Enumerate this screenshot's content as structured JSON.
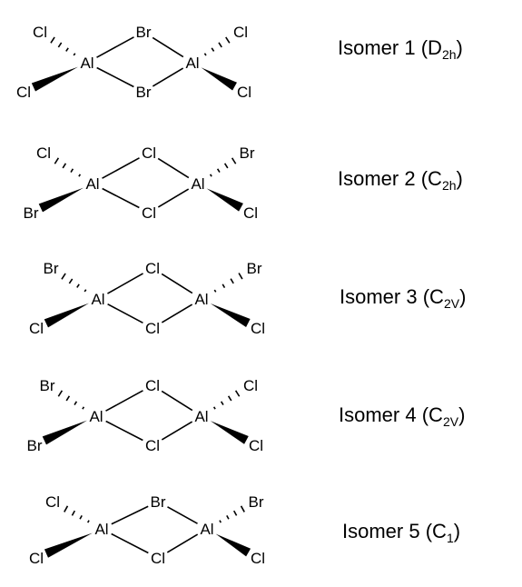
{
  "isomers": [
    {
      "label": "Isomer 1",
      "point_group": {
        "letter": "D",
        "subscript": "2h"
      },
      "left_metal": "Al",
      "right_metal": "Al",
      "bridge_top": "Br",
      "bridge_bottom": "Br",
      "left_hashed": "Cl",
      "left_wedge": "Cl",
      "right_hashed": "Cl",
      "right_wedge": "Cl"
    },
    {
      "label": "Isomer 2",
      "point_group": {
        "letter": "C",
        "subscript": "2h"
      },
      "left_metal": "Al",
      "right_metal": "Al",
      "bridge_top": "Cl",
      "bridge_bottom": "Cl",
      "left_hashed": "Cl",
      "left_wedge": "Br",
      "right_hashed": "Br",
      "right_wedge": "Cl"
    },
    {
      "label": "Isomer 3",
      "point_group": {
        "letter": "C",
        "subscript": "2V"
      },
      "left_metal": "Al",
      "right_metal": "Al",
      "bridge_top": "Cl",
      "bridge_bottom": "Cl",
      "left_hashed": "Br",
      "left_wedge": "Cl",
      "right_hashed": "Br",
      "right_wedge": "Cl"
    },
    {
      "label": "Isomer 4",
      "point_group": {
        "letter": "C",
        "subscript": "2V"
      },
      "left_metal": "Al",
      "right_metal": "Al",
      "bridge_top": "Cl",
      "bridge_bottom": "Cl",
      "left_hashed": "Br",
      "left_wedge": "Br",
      "right_hashed": "Cl",
      "right_wedge": "Cl"
    },
    {
      "label": "Isomer 5",
      "point_group": {
        "letter": "C",
        "subscript": "1"
      },
      "left_metal": "Al",
      "right_metal": "Al",
      "bridge_top": "Br",
      "bridge_bottom": "Cl",
      "left_hashed": "Cl",
      "left_wedge": "Cl",
      "right_hashed": "Br",
      "right_wedge": "Cl"
    }
  ]
}
